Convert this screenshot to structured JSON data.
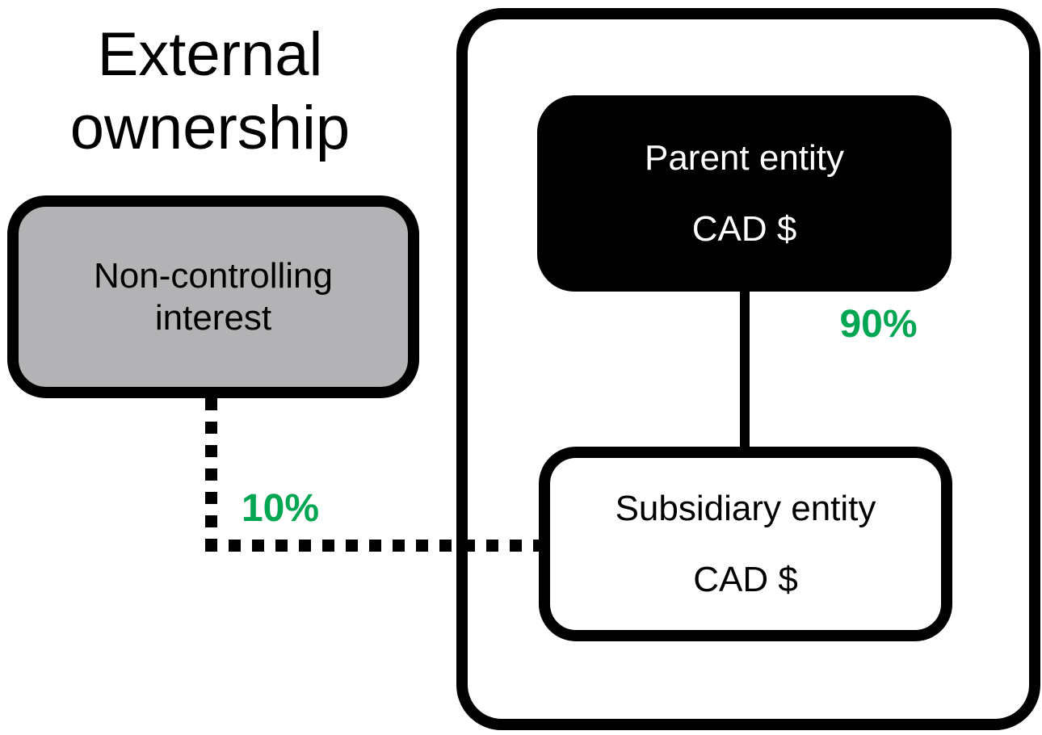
{
  "colors": {
    "percent_green": "#00a651",
    "nci_box_fill": "#b3b3b5",
    "node_black": "#000000",
    "background": "#ffffff"
  },
  "diagram": {
    "title": "External\nownership",
    "nci_box": {
      "label": "Non-controlling interest"
    },
    "parent_box": {
      "name": "Parent entity",
      "currency": "CAD $"
    },
    "subsidiary_box": {
      "name": "Subsidiary entity",
      "currency": "CAD $"
    },
    "ownership": {
      "parent_share": "90%",
      "nci_share": "10%"
    }
  }
}
